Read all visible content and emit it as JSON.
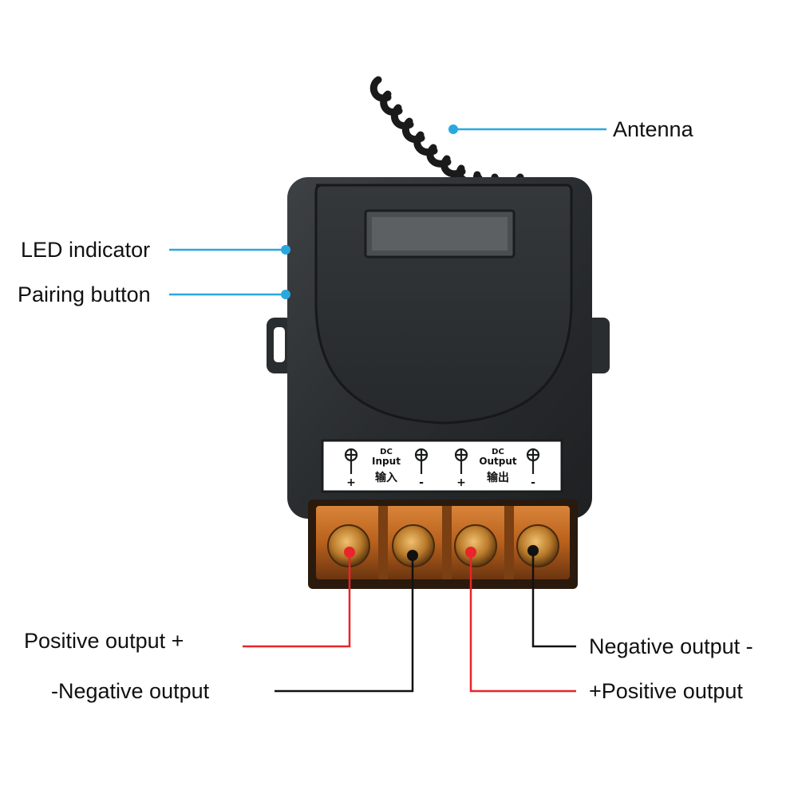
{
  "labels": {
    "antenna": "Antenna",
    "led_indicator": "LED indicator",
    "pairing_button": "Pairing button",
    "positive_output_left": "Positive output +",
    "negative_output_left": "-Negative output",
    "negative_output_right": "Negative output -",
    "positive_output_right": "+Positive output"
  },
  "panel": {
    "input_title_1": "DC",
    "input_title_2": "Input",
    "input_title_cn": "输入",
    "output_title_1": "DC",
    "output_title_2": "Output",
    "output_title_cn": "输出",
    "plus": "+",
    "minus": "-"
  },
  "colors": {
    "callout_blue": "#29a8e0",
    "callout_red": "#e8252a",
    "callout_black": "#111111",
    "housing": "#2b2e30",
    "terminal_cover": "#b8601c"
  }
}
